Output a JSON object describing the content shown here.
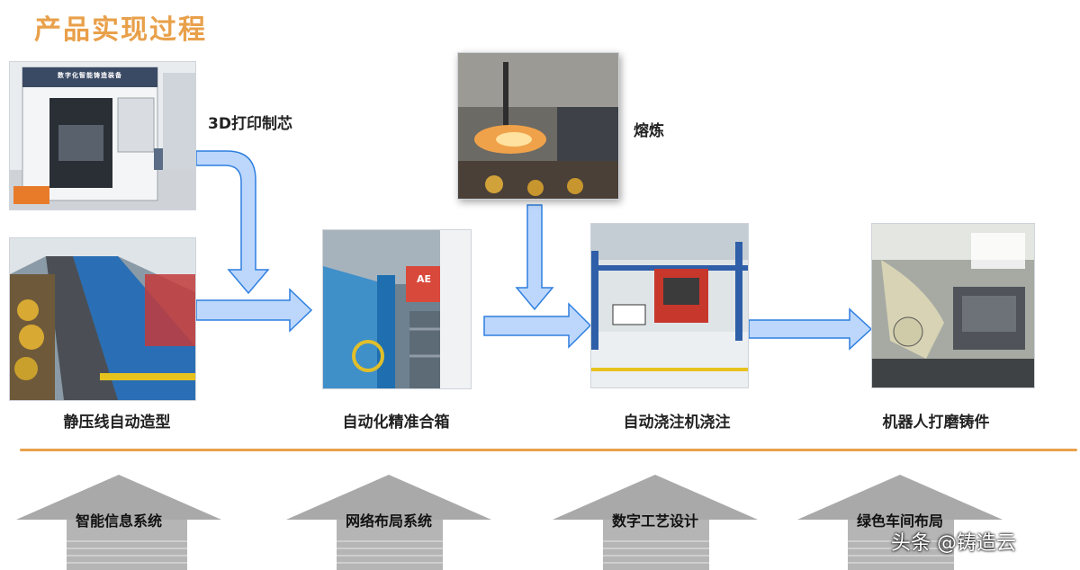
{
  "title": "产品实现过程",
  "steps": {
    "core_printing": "3D打印制芯",
    "melting": "熔炼",
    "molding": "静压线自动造型",
    "closing": "自动化精准合箱",
    "pouring": "自动浇注机浇注",
    "grinding": "机器人打磨铸件"
  },
  "photo_panels": {
    "core_printing": "数字化智能铸造装备",
    "closing": "AE"
  },
  "pillars": [
    "智能信息系统",
    "网络布局系统",
    "数字工艺设计",
    "绿色车间布局"
  ],
  "watermark": "头条 @铸造云",
  "colors": {
    "accent": "#e9a04a",
    "arrow_fill": "#bcd7fb",
    "arrow_stroke": "#2e7fe0",
    "pillar_fill": "#a9a9a9"
  }
}
